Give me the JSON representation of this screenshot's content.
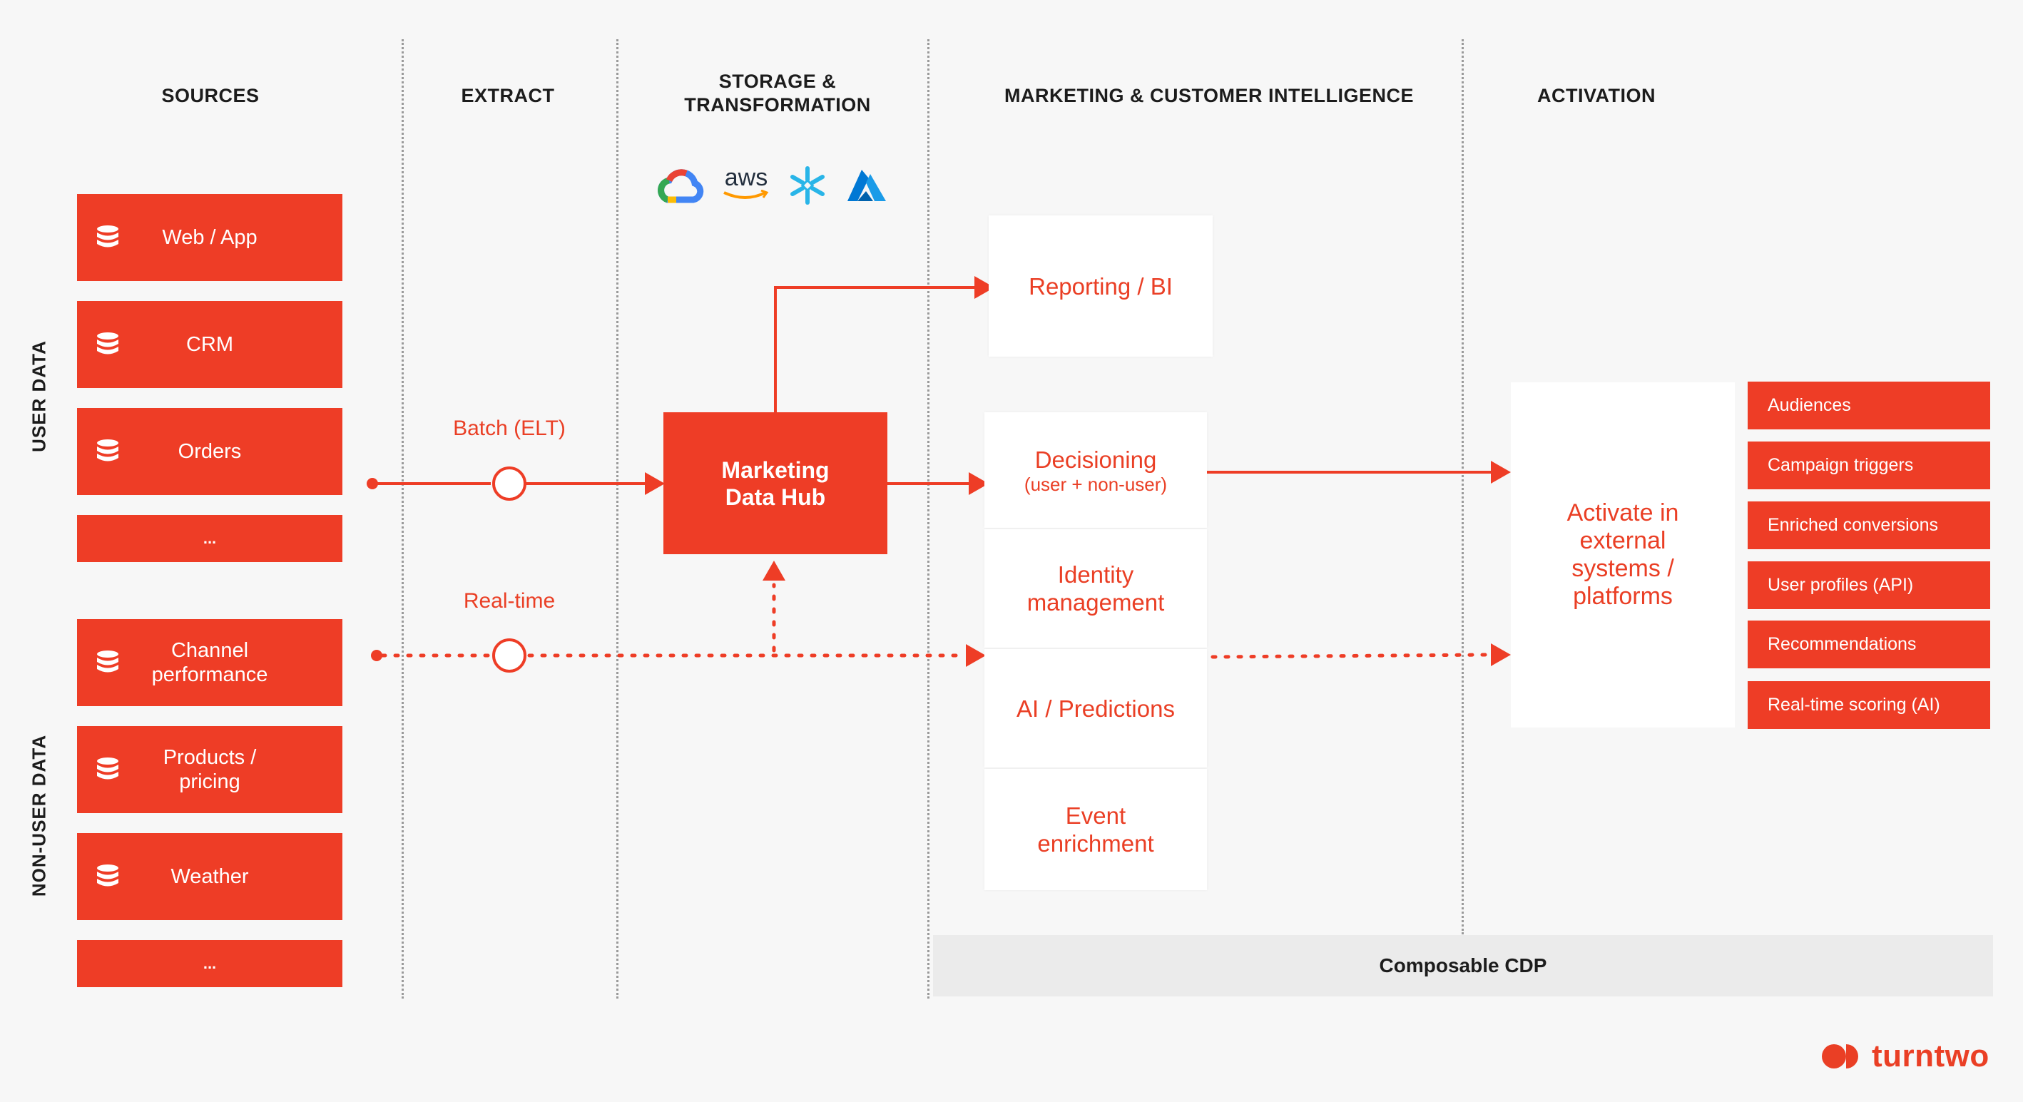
{
  "columns": {
    "sources": "SOURCES",
    "extract": "EXTRACT",
    "storage_line1": "STORAGE &",
    "storage_line2": "TRANSFORMATION",
    "intelligence": "MARKETING & CUSTOMER INTELLIGENCE",
    "activation": "ACTIVATION"
  },
  "side_labels": {
    "user": "USER DATA",
    "non_user": "NON-USER DATA"
  },
  "user_sources": [
    {
      "label": "Web / App",
      "icon": "database-icon"
    },
    {
      "label": "CRM",
      "icon": "database-icon"
    },
    {
      "label": "Orders",
      "icon": "database-icon"
    },
    {
      "label": "..."
    }
  ],
  "non_user_sources": [
    {
      "label": "Channel performance",
      "icon": "database-icon"
    },
    {
      "label": "Products / pricing",
      "icon": "database-icon"
    },
    {
      "label": "Weather",
      "icon": "database-icon"
    },
    {
      "label": "..."
    }
  ],
  "cloud_logos": {
    "gcp": "google-cloud-icon",
    "aws": "aws",
    "snowflake": "snowflake-icon",
    "azure": "azure-icon"
  },
  "flows": {
    "batch": "Batch (ELT)",
    "realtime": "Real-time"
  },
  "hub": {
    "line1": "Marketing",
    "line2": "Data Hub"
  },
  "intelligence": {
    "reporting": "Reporting / BI",
    "decisioning": "Decisioning",
    "decisioning_sub": "(user + non-user)",
    "identity_line1": "Identity",
    "identity_line2": "management",
    "ai": "AI / Predictions",
    "event_line1": "Event",
    "event_line2": "enrichment"
  },
  "activate": {
    "line1": "Activate in",
    "line2": "external",
    "line3": "systems /",
    "line4": "platforms"
  },
  "activation_items": [
    "Audiences",
    "Campaign triggers",
    "Enriched conversions",
    "User profiles (API)",
    "Recommendations",
    "Real-time scoring (AI)"
  ],
  "cdp": "Composable CDP",
  "brand": {
    "name": "turntwo"
  },
  "colors": {
    "accent": "#ee3d26",
    "text_accent": "#ea3f25",
    "background": "#f7f7f7"
  }
}
